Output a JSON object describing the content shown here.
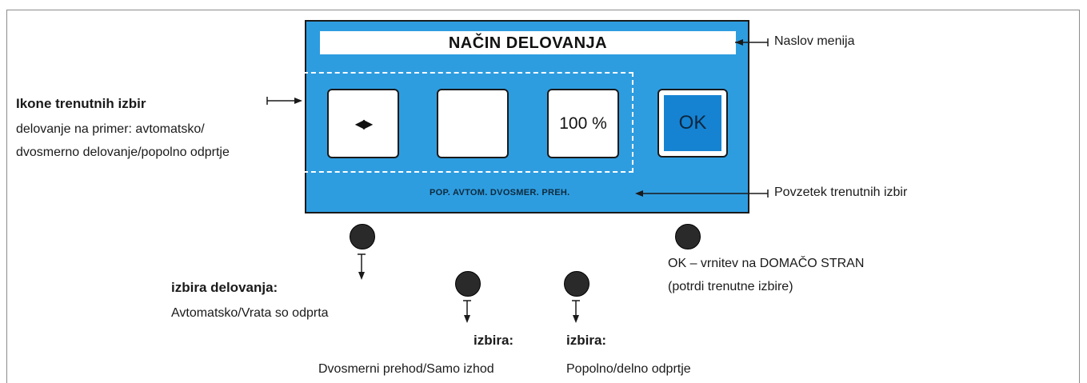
{
  "panel": {
    "title": "NAČIN DELOVANJA",
    "icon_1_glyph": "◀▶",
    "icon_2_glyph": "",
    "icon_3_label": "100 %",
    "ok_label": "OK",
    "summary": "POP. AVTOM. DVOSMER. PREH.",
    "panel_color": "#2e9de0",
    "ok_color": "#1583d2"
  },
  "annotations": {
    "menu_title": "Naslov menija",
    "icons_heading": "Ikone trenutnih izbir",
    "icons_desc_line1": "delovanje na primer: avtomatsko/",
    "icons_desc_line2": "dvosmerno delovanje/popolno odprtje",
    "summary_label": "Povzetek trenutnih izbir",
    "ok_line1": "OK – vrnitev na DOMAČO STRAN",
    "ok_line2": "(potrdi trenutne izbire)"
  },
  "buttons": {
    "b1_heading": "izbira delovanja:",
    "b1_desc": "Avtomatsko/Vrata so odprta",
    "b2_heading": "izbira:",
    "b2_desc": "Dvosmerni prehod/Samo izhod",
    "b3_heading": "izbira:",
    "b3_desc": "Popolno/delno odprtje"
  }
}
